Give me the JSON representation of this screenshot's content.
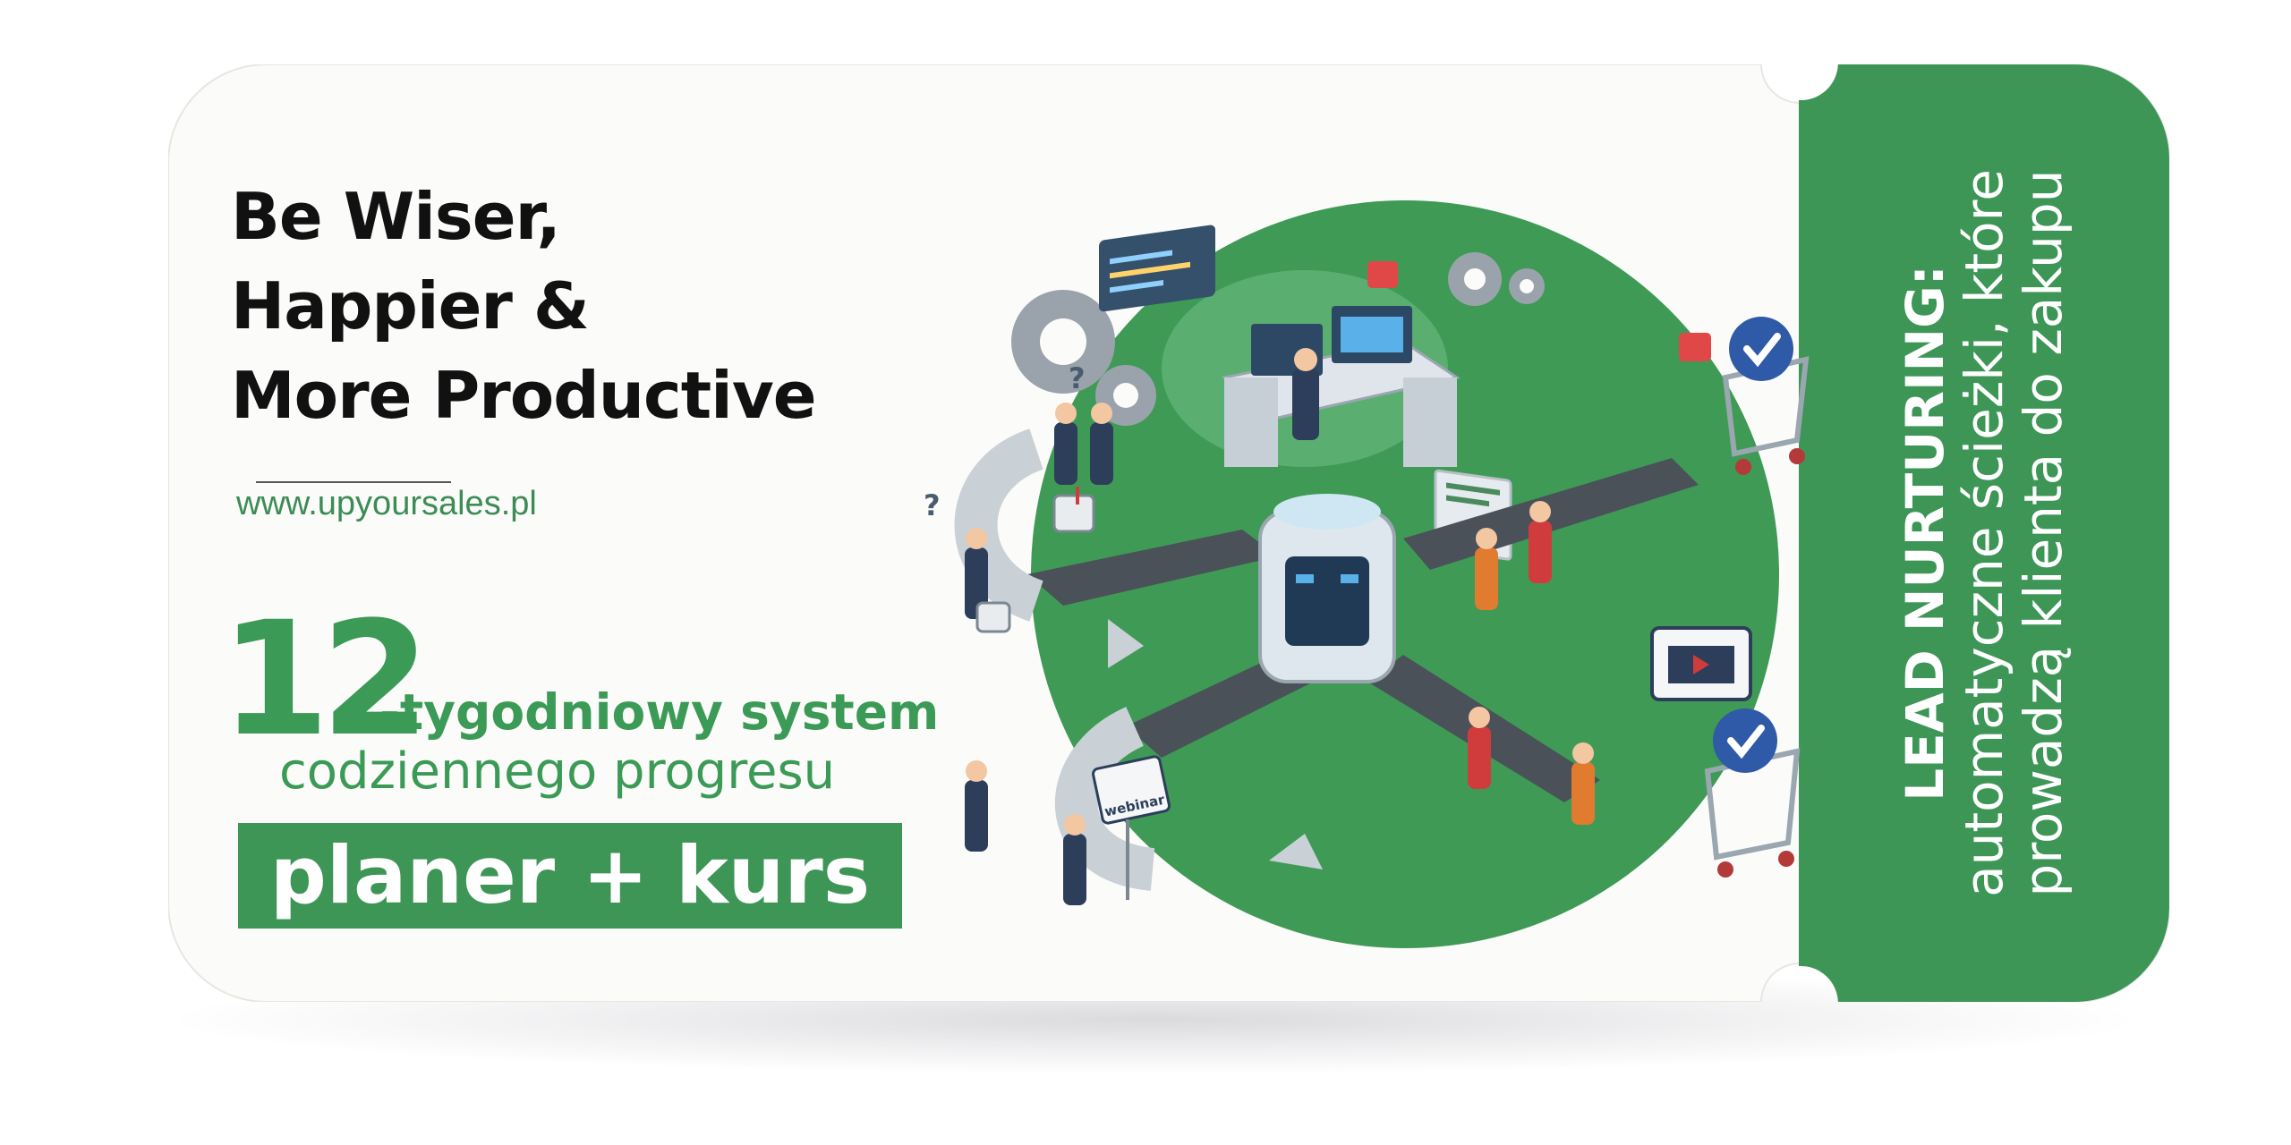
{
  "headline": {
    "line1": "Be Wiser,",
    "line2": "Happier &",
    "line3": "More Productive"
  },
  "website": "www.upyoursales.pl",
  "program": {
    "number": "12",
    "title": "-tygodniowy system",
    "subtitle": "codziennego progresu"
  },
  "cta": {
    "label": "planer + kurs"
  },
  "side_tab": {
    "line1": "LEAD NURTURING:",
    "line2": "automatyczne ścieżki, które",
    "line3": "prowadzą klienta do zakupu"
  },
  "illustration": {
    "webinar_label": "webinar"
  },
  "colors": {
    "brand_green": "#3d9656",
    "text_dark": "#111111",
    "card_bg": "#fbfbf9"
  }
}
